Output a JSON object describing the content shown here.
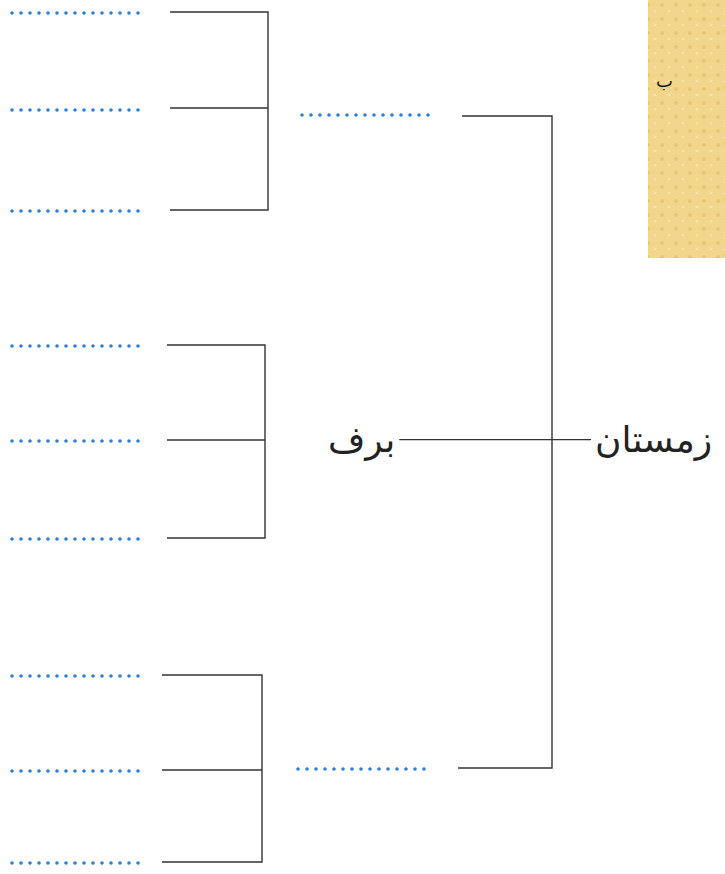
{
  "diagram": {
    "nodes": [
      {
        "text": [
          "زمستان"
        ]
      },
      {
        "text": [
          "برف"
        ]
      }
    ],
    "edges": [
      {
        "from": 0,
        "to": 1,
        "arrow": "none"
      }
    ],
    "labels": [
      "ب"
    ]
  }
}
